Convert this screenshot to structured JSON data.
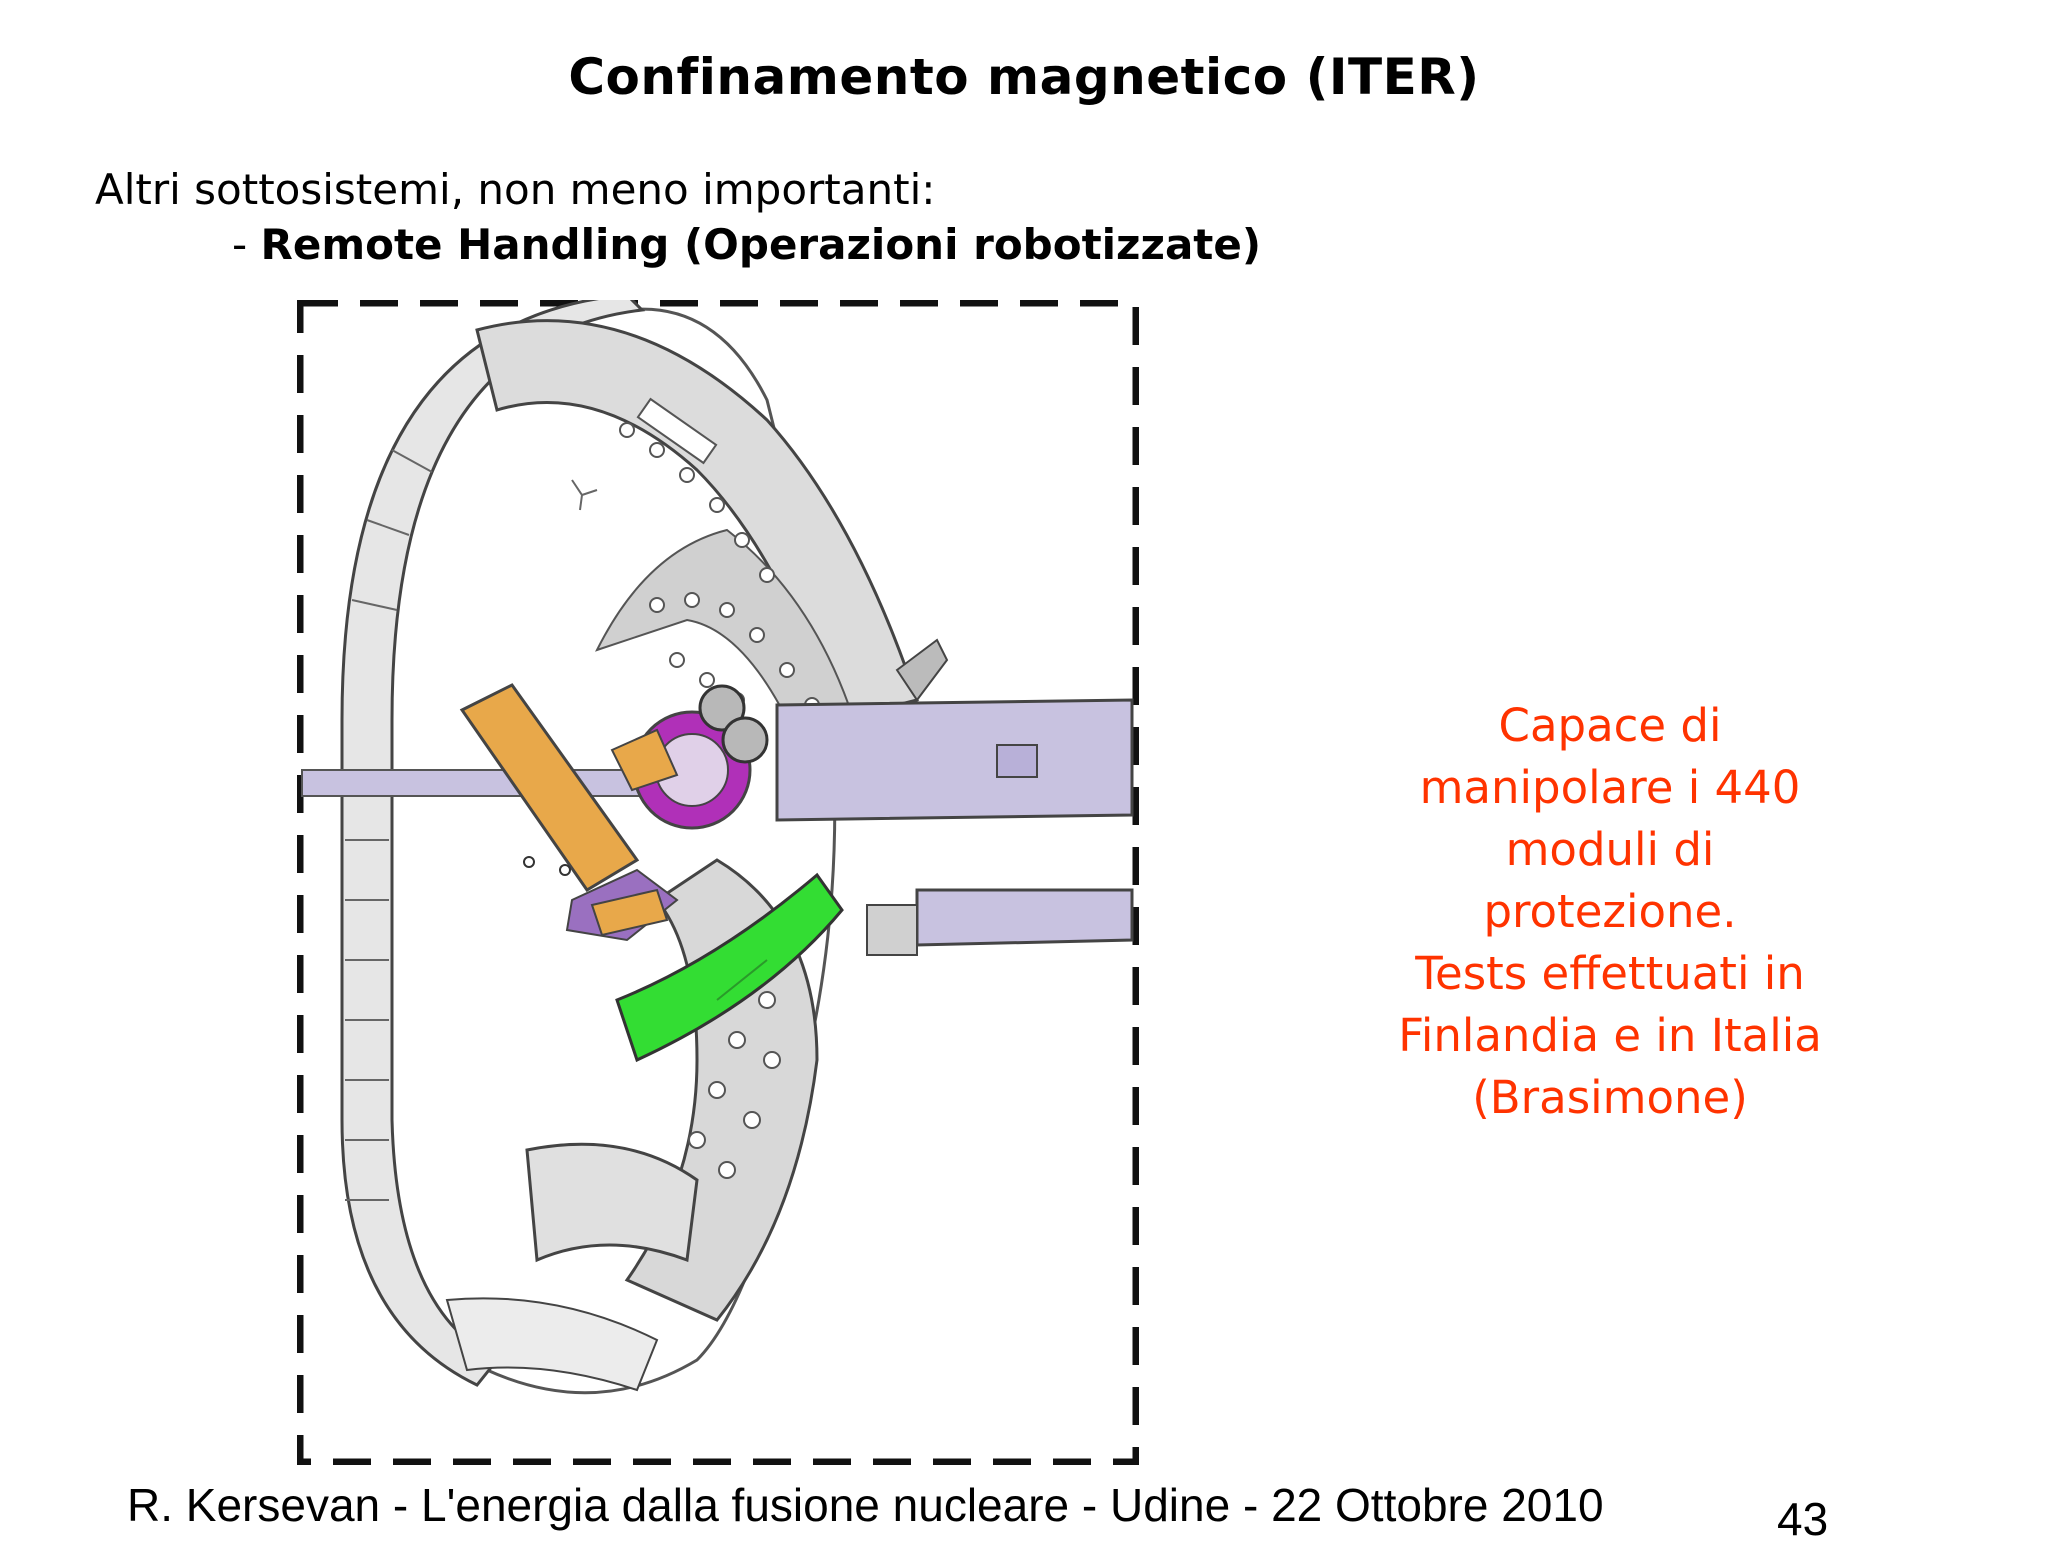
{
  "slide": {
    "title": "Confinamento magnetico (ITER)",
    "intro": "Altri sottosistemi, non meno importanti:",
    "bullet_dash": "- ",
    "bullet_text": "Remote Handling (Operazioni robotizzate)"
  },
  "side_note": {
    "lines": [
      "Capace di",
      "manipolare i 440",
      "moduli di",
      "protezione.",
      "Tests effettuati in",
      "Finlandia e in Italia",
      "(Brasimone)"
    ],
    "color": "#ff3300"
  },
  "footer": {
    "text": "R. Kersevan - L'energia dalla fusione nucleare - Udine - 22 Ottobre 2010",
    "page_number": "43"
  },
  "diagram_colors": {
    "vessel": "#e6e6e6",
    "arm": "#c8c2e0",
    "gripper": "#e8a84a",
    "rotator": "#b030b8",
    "module": "#33dd33"
  }
}
